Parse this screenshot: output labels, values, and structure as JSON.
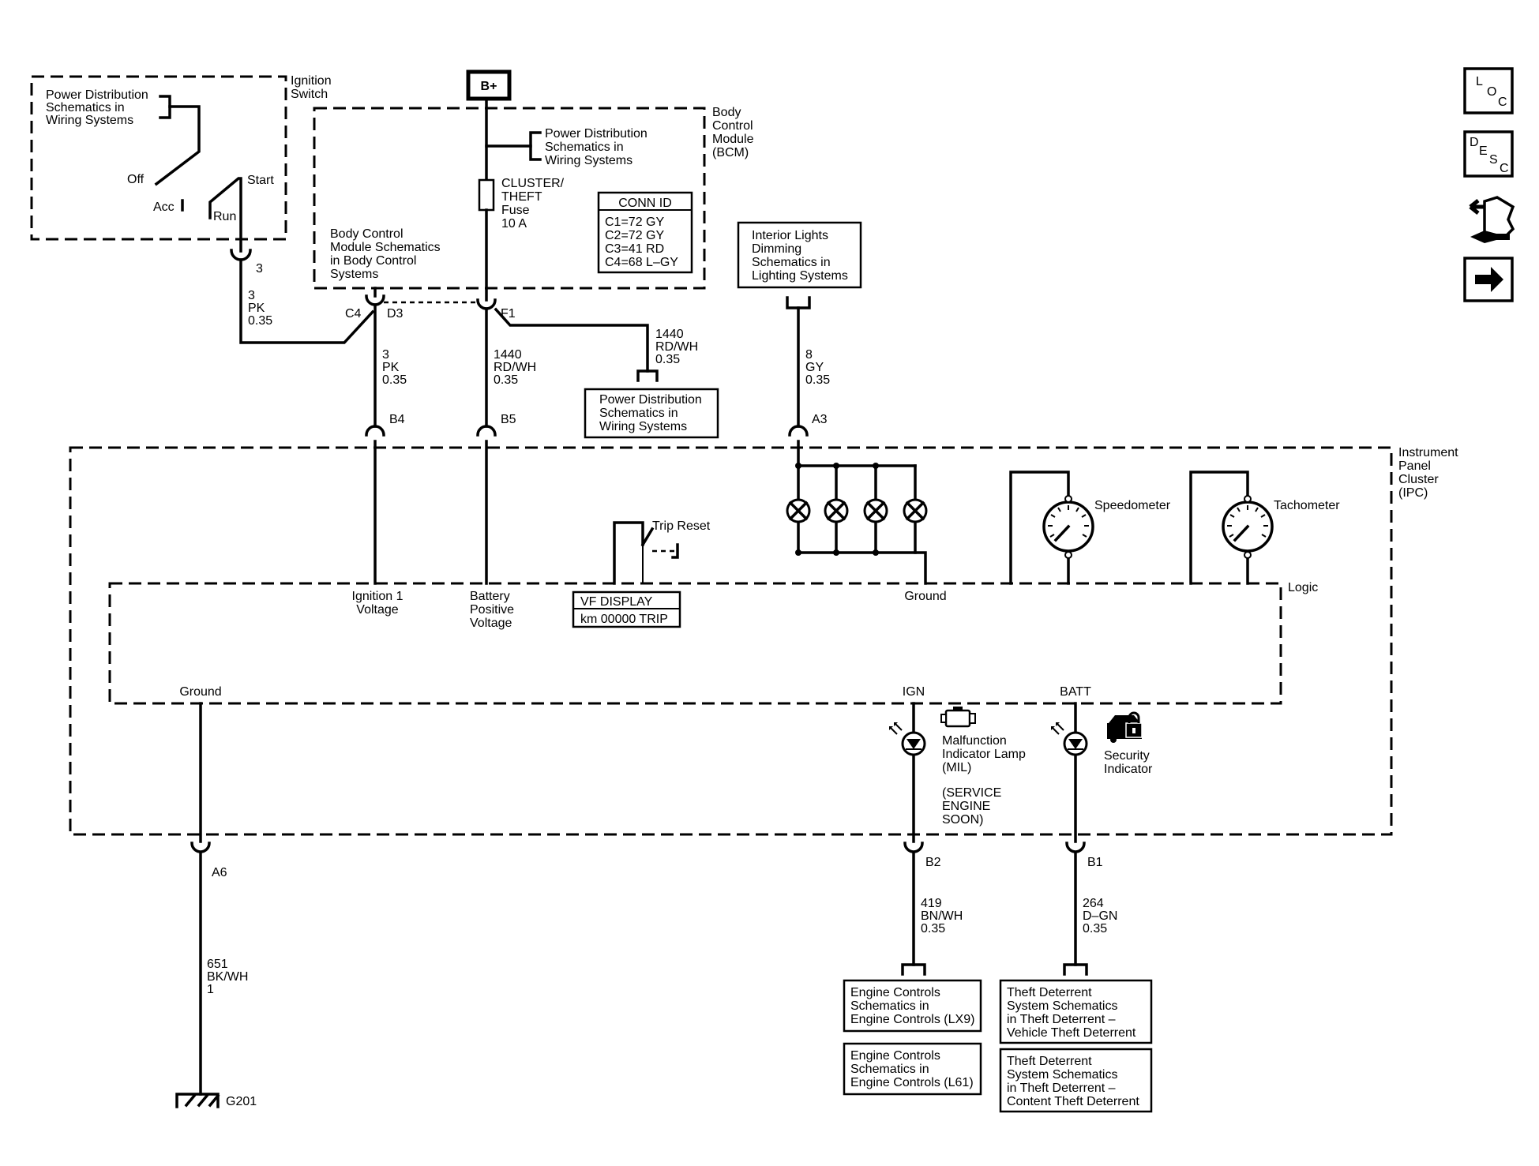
{
  "ignition_switch": {
    "title": [
      "Ignition",
      "Switch"
    ],
    "ref": [
      "Power Distribution",
      "Schematics in",
      "Wiring Systems"
    ],
    "off": "Off",
    "acc": "Acc",
    "run": "Run",
    "start": "Start"
  },
  "b_plus": "B+",
  "bcm": {
    "title": [
      "Body",
      "Control",
      "Module",
      "(BCM)"
    ],
    "pd_ref": [
      "Power Distribution",
      "Schematics in",
      "Wiring Systems"
    ],
    "fuse": [
      "CLUSTER/",
      "THEFT",
      "Fuse",
      "10 A"
    ],
    "conn_id": {
      "header": "CONN ID",
      "rows": [
        "C1=72 GY",
        "C2=72 GY",
        "C3=41 RD",
        "C4=68 L–GY"
      ]
    },
    "schem_ref": [
      "Body Control",
      "Module Schematics",
      "in Body Control",
      "Systems"
    ],
    "c4": "C4",
    "d3": "D3",
    "f1": "F1"
  },
  "wires": {
    "ign_in": {
      "pin": "3",
      "circuit": [
        "3",
        "PK",
        "0.35"
      ]
    },
    "bcm_ign": [
      "3",
      "PK",
      "0.35"
    ],
    "bcm_batt": [
      "1440",
      "RD/WH",
      "0.35"
    ],
    "branch": [
      "1440",
      "RD/WH",
      "0.35"
    ],
    "dim": [
      "8",
      "GY",
      "0.35"
    ],
    "ground": [
      "651",
      "BK/WH",
      "1"
    ],
    "mil": [
      "419",
      "BN/WH",
      "0.35"
    ],
    "sec": [
      "264",
      "D–GN",
      "0.35"
    ]
  },
  "pd_ref2": [
    "Power Distribution",
    "Schematics in",
    "Wiring Systems"
  ],
  "dim_ref": [
    "Interior Lights",
    "Dimming",
    "Schematics in",
    "Lighting Systems"
  ],
  "ipc": {
    "title": [
      "Instrument",
      "Panel",
      "Cluster",
      "(IPC)"
    ],
    "pins": {
      "b4": "B4",
      "b5": "B5",
      "a3": "A3",
      "a6": "A6",
      "b2": "B2",
      "b1": "B1"
    },
    "speedometer": "Speedometer",
    "tachometer": "Tachometer",
    "trip_reset": "Trip Reset",
    "vf_display": {
      "title": "VF DISPLAY",
      "value": "km 00000 TRIP"
    },
    "logic": "Logic",
    "ign1_voltage": [
      "Ignition 1",
      "Voltage"
    ],
    "batt_voltage": [
      "Battery",
      "Positive",
      "Voltage"
    ],
    "logic_ground": "Ground",
    "ground": "Ground",
    "ign": "IGN",
    "batt": "BATT",
    "mil": [
      "Malfunction",
      "Indicator Lamp",
      "(MIL)"
    ],
    "mil_text": [
      "(SERVICE",
      "ENGINE",
      "SOON)"
    ],
    "security": [
      "Security",
      "Indicator"
    ]
  },
  "ground_id": "G201",
  "engine_refs": [
    [
      "Engine Controls",
      "Schematics in",
      "Engine Controls (LX9)"
    ],
    [
      "Engine Controls",
      "Schematics in",
      "Engine Controls (L61)"
    ]
  ],
  "theft_refs": [
    [
      "Theft Deterrent",
      "System Schematics",
      "in Theft Deterrent –",
      "Vehicle Theft Deterrent"
    ],
    [
      "Theft Deterrent",
      "System Schematics",
      "in Theft Deterrent –",
      "Content Theft Deterrent"
    ]
  ],
  "nav": {
    "loc": [
      "L",
      "O",
      "C"
    ],
    "desc": [
      "D",
      "E",
      "S",
      "C"
    ],
    "icons": [
      "loc-icon",
      "desc-icon",
      "connector-tool-icon",
      "next-arrow-icon"
    ]
  }
}
